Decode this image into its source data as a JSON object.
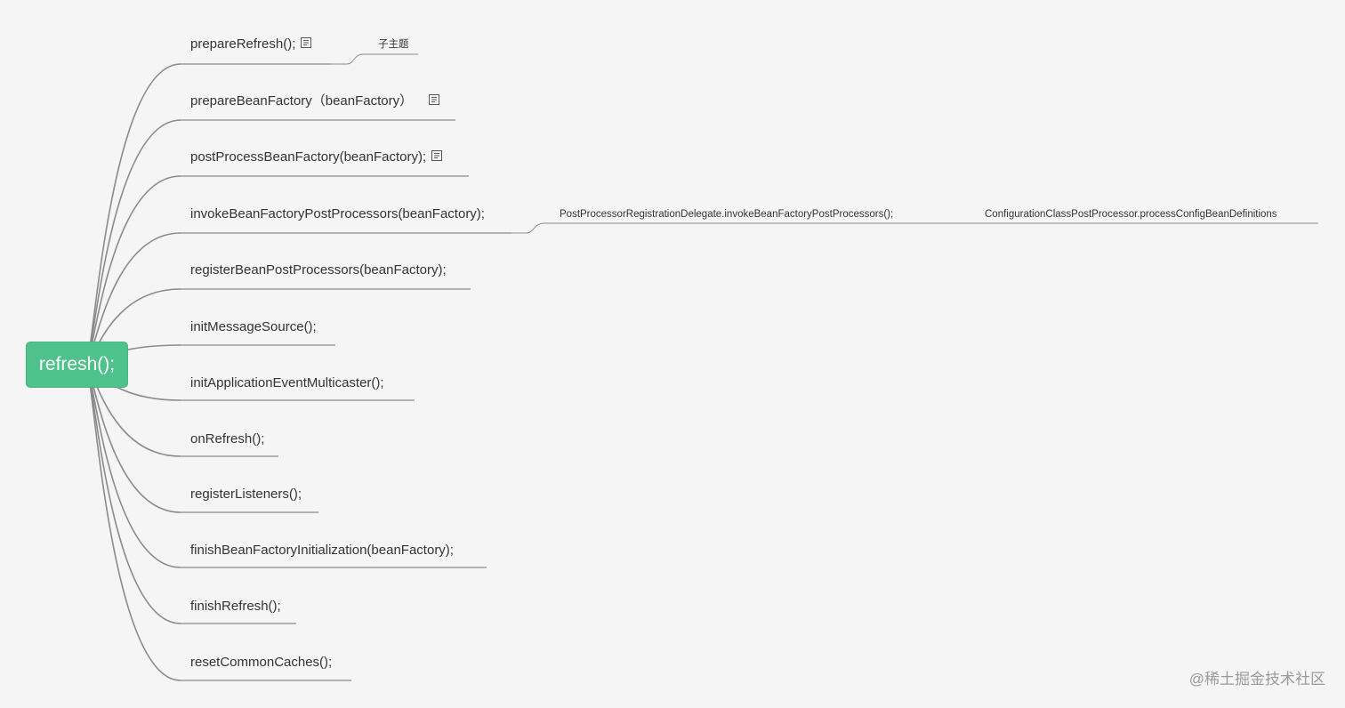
{
  "root": {
    "label": "refresh();"
  },
  "branches": [
    {
      "label": "prepareRefresh();",
      "note": true
    },
    {
      "label": "prepareBeanFactory（beanFactory）",
      "note": true
    },
    {
      "label": "postProcessBeanFactory(beanFactory);",
      "note": true
    },
    {
      "label": "invokeBeanFactoryPostProcessors(beanFactory);",
      "note": false
    },
    {
      "label": "registerBeanPostProcessors(beanFactory);",
      "note": false
    },
    {
      "label": "initMessageSource();",
      "note": false
    },
    {
      "label": "initApplicationEventMulticaster();",
      "note": false
    },
    {
      "label": "onRefresh();",
      "note": false
    },
    {
      "label": "registerListeners();",
      "note": false
    },
    {
      "label": "finishBeanFactoryInitialization(beanFactory);",
      "note": false
    },
    {
      "label": "finishRefresh();",
      "note": false
    },
    {
      "label": "resetCommonCaches();",
      "note": false
    }
  ],
  "subtopics": {
    "prepare_refresh_child": "子主题",
    "invoke_child": "PostProcessorRegistrationDelegate.invokeBeanFactoryPostProcessors();",
    "invoke_grandchild": "ConfigurationClassPostProcessor.processConfigBeanDefinitions"
  },
  "watermark": "@稀土掘金技术社区",
  "colors": {
    "background": "#f5f5f5",
    "root_fill": "#4ec28a",
    "connector": "#8a8a8a"
  }
}
